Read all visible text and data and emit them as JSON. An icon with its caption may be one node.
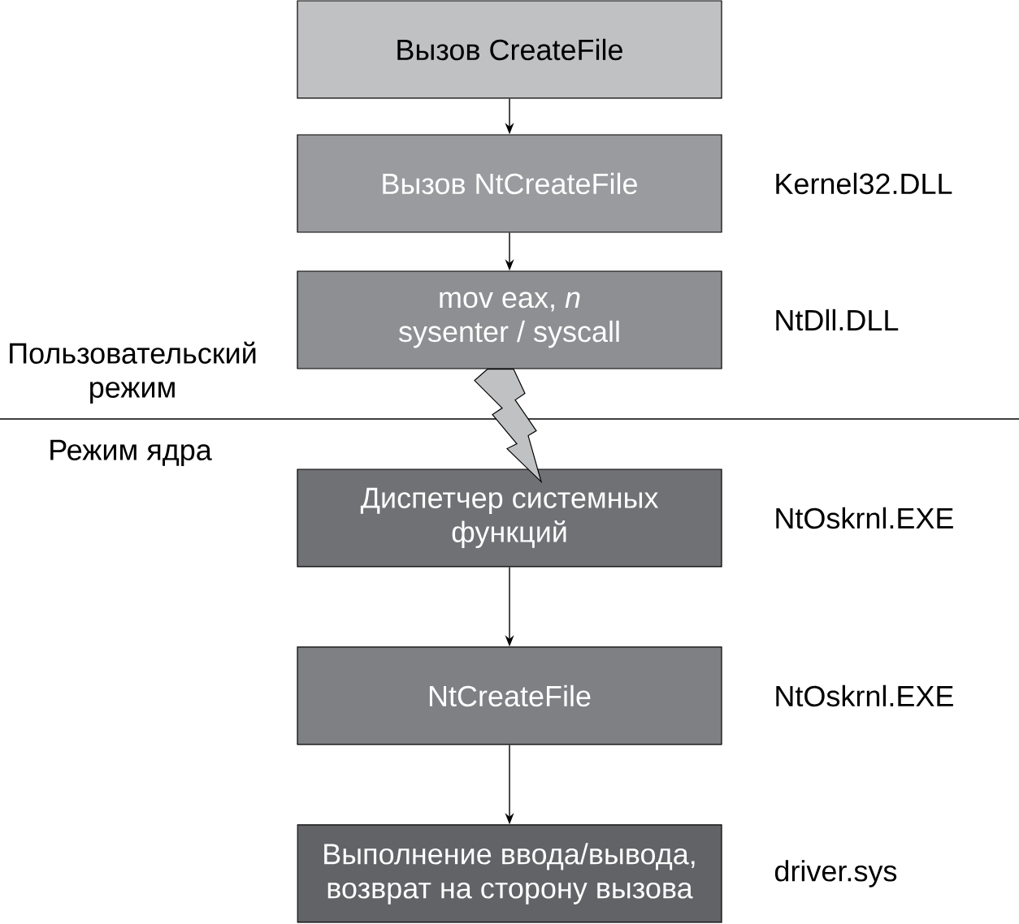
{
  "diagram": {
    "nodes": [
      {
        "text": [
          "Вызов CreateFile"
        ]
      },
      {
        "text": [
          "Вызов NtCreateFile"
        ],
        "beside": [
          "Kernel32.DLL"
        ]
      },
      {
        "text": [
          "mov eax, *n*",
          "sysenter / syscall"
        ],
        "beside": [
          "NtDll.DLL"
        ]
      },
      {
        "text": [
          "Диспетчер системных функций"
        ],
        "beside": [
          "NtOskrnl.EXE"
        ]
      },
      {
        "text": [
          "NtCreateFile"
        ],
        "beside": [
          "NtOskrnl.EXE"
        ]
      },
      {
        "text": [
          "Выполнение ввода/вывода, возврат на сторону вызова"
        ],
        "beside": [
          "driver.sys"
        ]
      }
    ],
    "edges": [
      {
        "from": 0,
        "to": 1,
        "arrow": "to"
      },
      {
        "from": 1,
        "to": 2,
        "arrow": "to"
      },
      {
        "from": 2,
        "to": 3,
        "arrow": "to"
      },
      {
        "from": 3,
        "to": 4,
        "arrow": "to"
      },
      {
        "from": 4,
        "to": 5,
        "arrow": "to"
      }
    ],
    "labels": [
      "Пользовательский режим",
      "Режим ядра"
    ]
  }
}
